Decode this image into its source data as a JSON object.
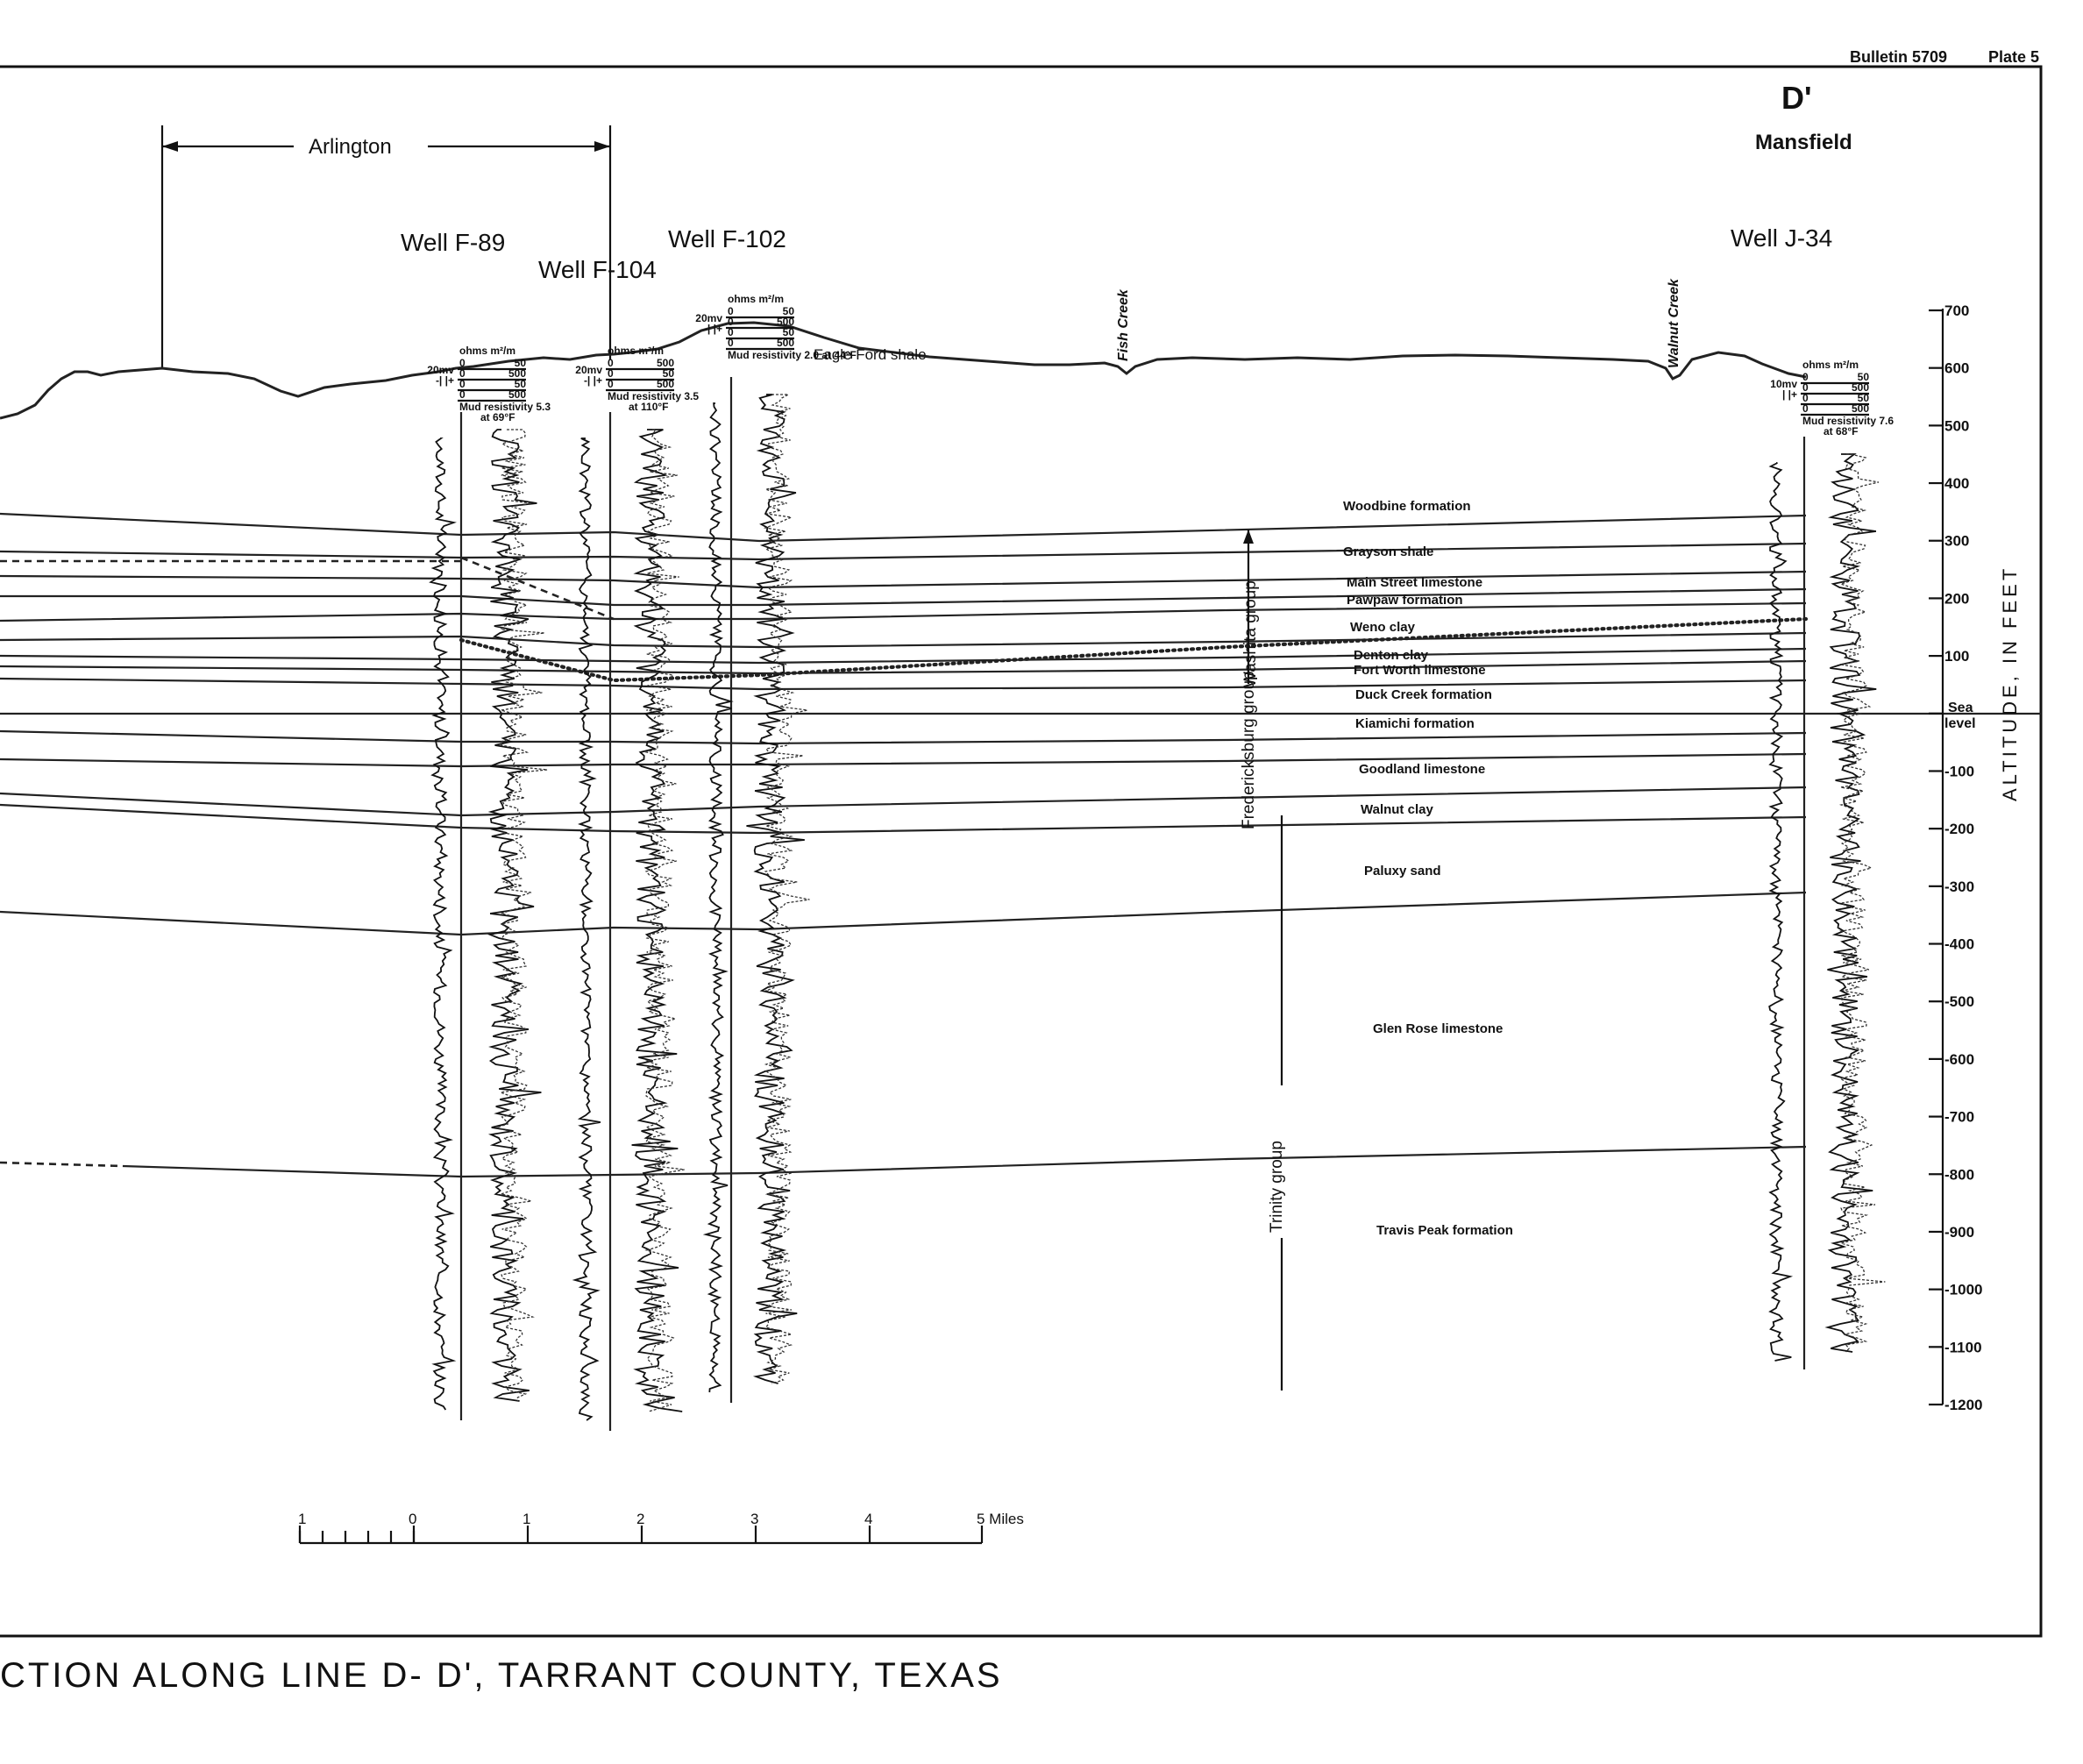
{
  "header": {
    "bulletin": "Bulletin 5709",
    "plate": "Plate 5"
  },
  "section_end": {
    "label": "D'",
    "town": "Mansfield"
  },
  "town_span": {
    "label": "Arlington"
  },
  "wells": [
    {
      "name": "Well F-89",
      "sp_scale": "20mv",
      "sp_sign": "-| |+",
      "resistivity_unit": "ohms m²/m",
      "scales": [
        "0",
        "50",
        "0",
        "500",
        "0",
        "50",
        "0",
        "500"
      ],
      "mud": "Mud resistivity 5.3",
      "mud_temp": "at 69°F"
    },
    {
      "name": "Well F-104",
      "sp_scale": "20mv",
      "sp_sign": "-| |+",
      "resistivity_unit": "ohms m²/m",
      "scales": [
        "0",
        "500",
        "0",
        "50",
        "0",
        "500"
      ],
      "mud": "Mud resistivity 3.5",
      "mud_temp": "at 110°F"
    },
    {
      "name": "Well F-102",
      "sp_scale": "20mv",
      "sp_sign": "-| |+",
      "resistivity_unit": "ohms m²/m",
      "scales": [
        "0",
        "50",
        "0",
        "500",
        "0",
        "50",
        "0",
        "500"
      ],
      "mud": "Mud resistivity 2.0 at 44°F",
      "mud_temp": ""
    },
    {
      "name": "Well J-34",
      "sp_scale": "10mv",
      "sp_sign": "| |+",
      "resistivity_unit": "ohms m²/m",
      "scales": [
        "0",
        "50",
        "0",
        "500",
        "0",
        "50",
        "0",
        "500"
      ],
      "mud": "Mud resistivity 7.6",
      "mud_temp": "at 68°F"
    }
  ],
  "creeks": [
    "Fish Creek",
    "Walnut Creek"
  ],
  "surface_unit": "Eagle Ford shale",
  "formations": [
    "Woodbine formation",
    "Grayson shale",
    "Main Street limestone",
    "Pawpaw formation",
    "Weno clay",
    "Denton clay",
    "Fort Worth limestone",
    "Duck Creek formation",
    "Kiamichi formation",
    "Goodland limestone",
    "Walnut clay",
    "Paluxy sand",
    "Glen Rose limestone",
    "Travis Peak formation"
  ],
  "groups": [
    "Washita group",
    "Fredericksburg group",
    "Trinity group"
  ],
  "altitude_axis": {
    "title": "ALTITUDE, IN FEET",
    "ticks": [
      "700",
      "600",
      "500",
      "400",
      "300",
      "200",
      "100",
      "Sea level",
      "-100",
      "-200",
      "-300",
      "-400",
      "-500",
      "-600",
      "-700",
      "-800",
      "-900",
      "-1000",
      "-1100",
      "-1200"
    ]
  },
  "scale_bar": {
    "labels": [
      "1",
      "0",
      "1",
      "2",
      "3",
      "4",
      "5 Miles"
    ]
  },
  "title": "CTION ALONG LINE D- D', TARRANT COUNTY, TEXAS"
}
